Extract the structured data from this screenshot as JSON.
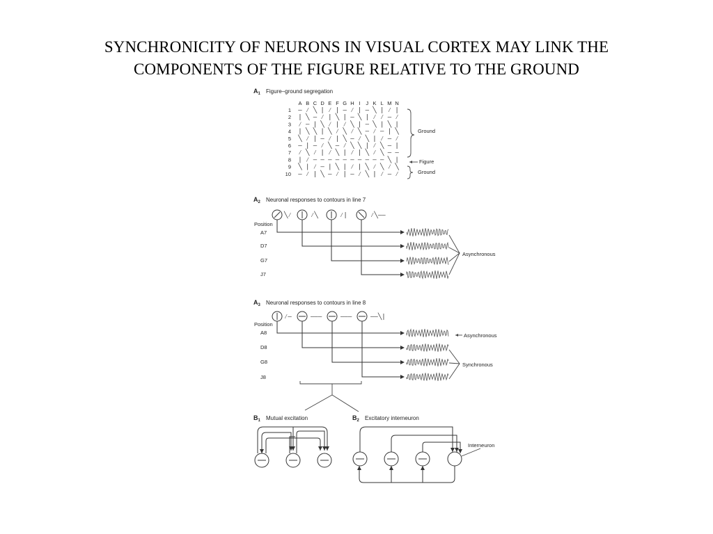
{
  "slide": {
    "title_line1": "SYNCHRONICITY OF NEURONS IN VISUAL CORTEX MAY LINK THE",
    "title_line2": "COMPONENTS OF THE FIGURE RELATIVE TO THE GROUND"
  },
  "panelA1": {
    "id": "A",
    "sub": "1",
    "title": "Figure–ground segregation",
    "columns": [
      "A",
      "B",
      "C",
      "D",
      "E",
      "F",
      "G",
      "H",
      "I",
      "J",
      "K",
      "L",
      "M",
      "N"
    ],
    "rows": [
      {
        "n": "1",
        "g": "–⁄╲|⁄|–⁄|–╲|⁄|"
      },
      {
        "n": "2",
        "g": "|╲–⁄|╲|–╲|⁄⁄–⁄"
      },
      {
        "n": "3",
        "g": "⁄–|╲⁄|⁄╲|–╲|╲|"
      },
      {
        "n": "4",
        "g": "|╲╲|╲⁄╲⁄╲–⁄–|╲"
      },
      {
        "n": "5",
        "g": "╲⁄|–⁄|╲–⁄╲|⁄–⁄"
      },
      {
        "n": "6",
        "g": "–|–⁄╲–⁄╲╲|⁄╲–|"
      },
      {
        "n": "7",
        "g": "⁄╲⁄|⁄╲|⁄|╲⁄╲––"
      },
      {
        "n": "8",
        "g": "|⁄––––––––––╲|"
      },
      {
        "n": "9",
        "g": "╲|⁄–|╲|⁄|╲⁄╲⁄╲"
      },
      {
        "n": "10",
        "g": "–⁄|╲–⁄|–⁄╲|⁄–⁄"
      }
    ],
    "ground_label": "Ground",
    "figure_label": "Figure",
    "ground2_label": "Ground"
  },
  "panelA2": {
    "id": "A",
    "sub": "2",
    "title": "Neuronal responses to contours in line 7",
    "position_label": "Position",
    "positions": [
      "A7",
      "D7",
      "G7",
      "J7"
    ],
    "contour_glyphs": "⁄╲⁄⁄╲⁄|⁄╲––",
    "result_label": "Asynchronous"
  },
  "panelA3": {
    "id": "A",
    "sub": "3",
    "title": "Neuronal responses to contours in line 8",
    "position_label": "Position",
    "positions": [
      "A8",
      "D8",
      "G8",
      "J8"
    ],
    "contour_glyphs": "⁄––––––––╲|",
    "result_async_label": "Asynchronous",
    "result_sync_label": "Synchronous"
  },
  "panelB1": {
    "id": "B",
    "sub": "1",
    "title": "Mutual excitation"
  },
  "panelB2": {
    "id": "B",
    "sub": "2",
    "title": "Excitatory interneuron",
    "interneuron_label": "Interneuron"
  }
}
